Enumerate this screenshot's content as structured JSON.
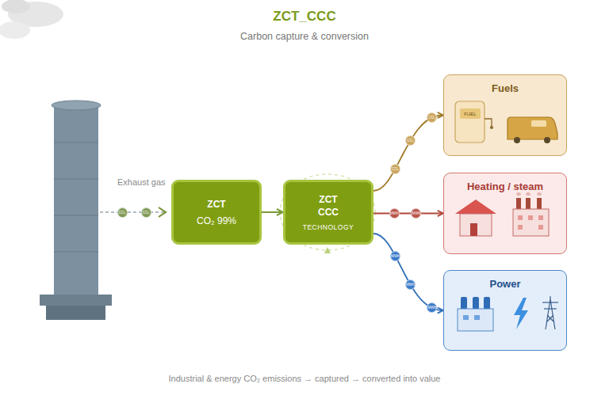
{
  "diagram": {
    "title": "ZCT_CCC",
    "caption": "Industrial & energy CO₂ emissions → captured → converted into value",
    "nodes": [
      {
        "text": [
          "ZCT",
          "CO₂ 99%"
        ]
      },
      {
        "text": [
          "ZCT CCC",
          "TECHNOLOGY"
        ]
      },
      {
        "text": [
          "Fuels"
        ]
      },
      {
        "text": [
          "Heating / steam"
        ]
      },
      {
        "text": [
          "Power"
        ]
      }
    ],
    "edges": [
      {
        "from": 0,
        "to": 1,
        "arrow": "to"
      },
      {
        "from": 1,
        "to": 2,
        "arrow": "to"
      },
      {
        "from": 1,
        "to": 3,
        "arrow": "to"
      },
      {
        "from": 1,
        "to": 4,
        "arrow": "to"
      }
    ],
    "labels": [
      "Carbon capture & conversion",
      "Exhaust gas",
      "CO₂",
      "CO₂",
      "FUEL",
      "CO₂",
      "CO₂",
      "CO₂",
      "MWh",
      "MWh",
      "MWh",
      "MWh",
      "MWh"
    ]
  }
}
